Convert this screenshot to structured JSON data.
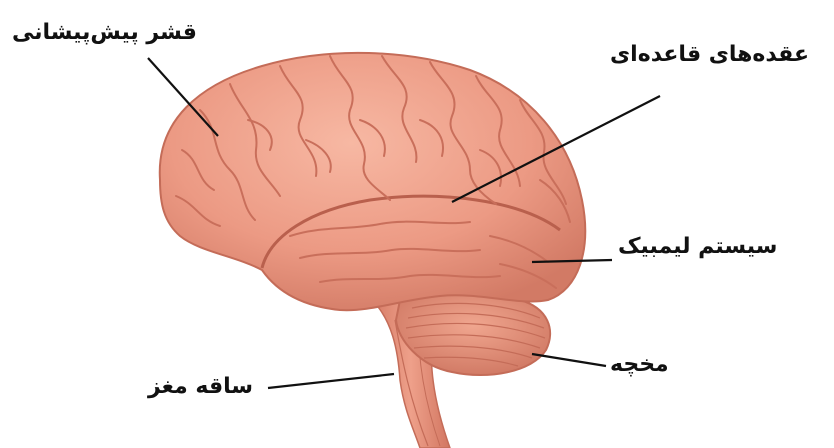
{
  "labels": {
    "prefrontal_cortex": "قشر پیش‌پیشانی",
    "basal_ganglia": "عقده‌های قاعده‌ای",
    "limbic_system": "سیستم لیمبیک",
    "cerebellum": "مخچه",
    "brainstem": "ساقه مغز"
  },
  "colors": {
    "brain_fill": "#ec9a84",
    "brain_shade": "#d8806b",
    "gyri_stroke": "#c96f5b",
    "cerebellum_fill": "#e68f7a",
    "leader_line": "#111111"
  }
}
